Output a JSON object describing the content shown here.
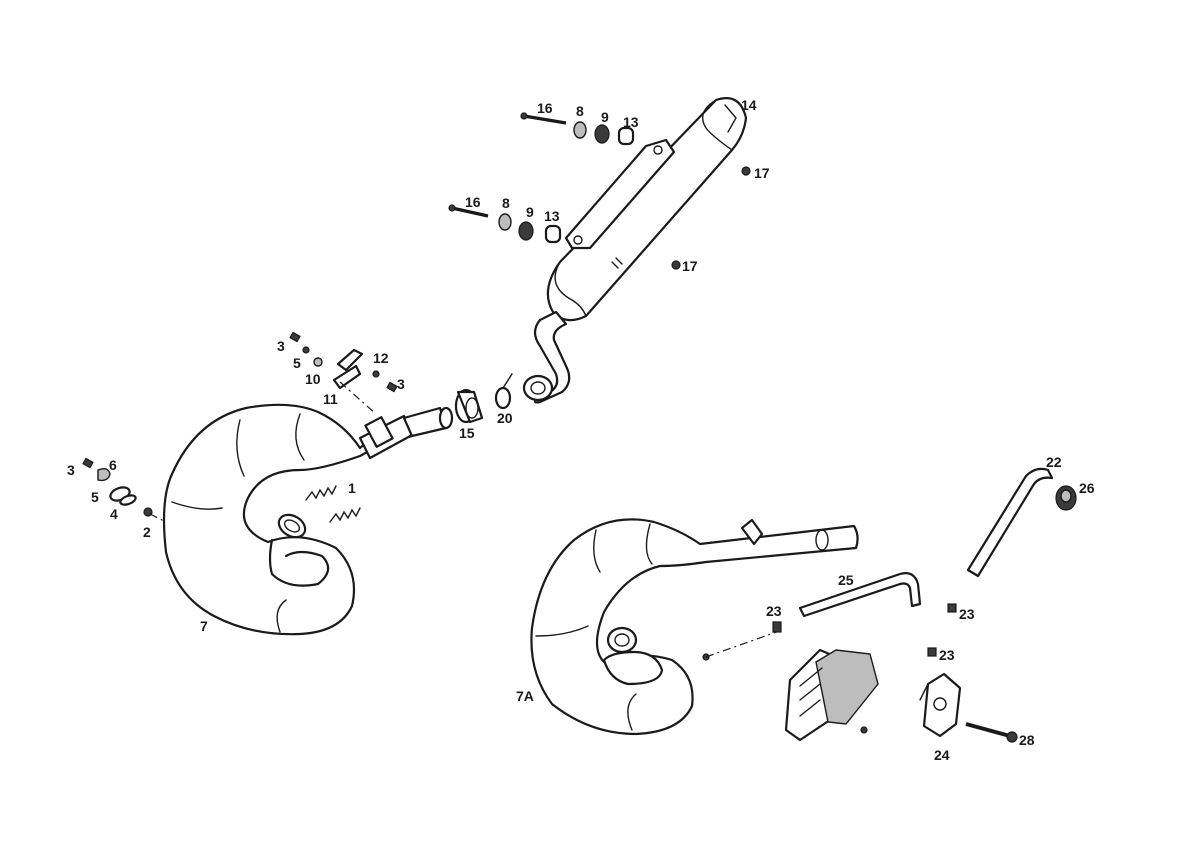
{
  "labels": {
    "p1": "1",
    "p2": "2",
    "p3a": "3",
    "p3b": "3",
    "p3c": "3",
    "p4": "4",
    "p5a": "5",
    "p5b": "5",
    "p6": "6",
    "p7": "7",
    "p7a": "7A",
    "p8a": "8",
    "p8b": "8",
    "p9a": "9",
    "p9b": "9",
    "p10": "10",
    "p11": "11",
    "p12": "12",
    "p13a": "13",
    "p13b": "13",
    "p14": "14",
    "p15": "15",
    "p16a": "16",
    "p16b": "16",
    "p17a": "17",
    "p17b": "17",
    "p20": "20",
    "p22": "22",
    "p23a": "23",
    "p23b": "23",
    "p23c": "23",
    "p24": "24",
    "p25": "25",
    "p26": "26",
    "p28": "28"
  }
}
